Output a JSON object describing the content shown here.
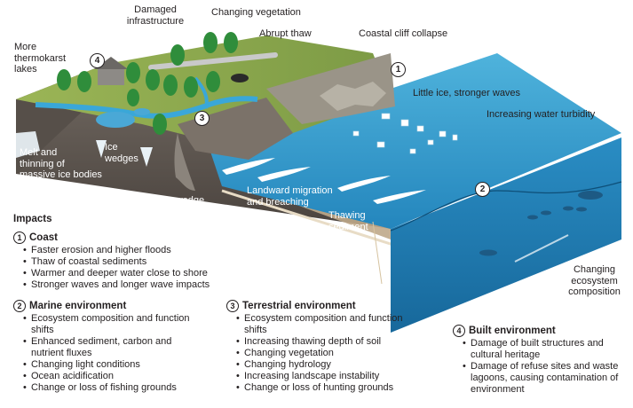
{
  "labels": {
    "damaged_infrastructure": "Damaged\ninfrastructure",
    "changing_vegetation": "Changing vegetation",
    "abrupt_thaw": "Abrupt thaw",
    "coastal_cliff_collapse": "Coastal cliff collapse",
    "more_thermokarst_lakes": "More\nthermokarst\nlakes",
    "little_ice_stronger_waves": "Little ice, stronger waves",
    "increasing_water_turbidity": "Increasing water turbidity",
    "melt_thinning": "Melt and\nthinning of\nmassive ice bodies",
    "ice_wedges": "Ice\nwedges",
    "ice_wedge_polygons": "Ice wedge\npolygons",
    "landward_migration": "Landward migration\nand breaching",
    "thawing_sediment": "Thawing\nsediment",
    "changing_ecosystem": "Changing\necosystem\ncomposition"
  },
  "markers": [
    "1",
    "2",
    "3",
    "4"
  ],
  "impacts": {
    "title": "Impacts",
    "coast": {
      "number": "1",
      "title": "Coast",
      "items": [
        "Faster erosion and higher floods",
        "Thaw of coastal sediments",
        "Warmer and deeper water close to shore",
        "Stronger waves and longer wave impacts"
      ]
    },
    "marine": {
      "number": "2",
      "title": "Marine environment",
      "items": [
        "Ecosystem composition and function shifts",
        "Enhanced sediment, carbon and nutrient fluxes",
        "Changing light conditions",
        "Ocean acidification",
        "Change or loss of fishing grounds"
      ]
    },
    "terrestrial": {
      "number": "3",
      "title": "Terrestrial environment",
      "items": [
        "Ecosystem composition and function shifts",
        "Increasing thawing depth of soil",
        "Changing vegetation",
        "Changing hydrology",
        "Increasing landscape instability",
        "Change or loss of hunting grounds"
      ]
    },
    "built": {
      "number": "4",
      "title": "Built environment",
      "items": [
        "Damage of built structures and cultural heritage",
        "Damage of refuse sites and waste lagoons, causing contamination of environment"
      ]
    }
  },
  "colors": {
    "ocean_top": "#3a9fcf",
    "ocean_deep": "#1d6f9e",
    "soil_dark": "#5a524c",
    "soil_face": "#6e665f",
    "tundra": "#8aa64a",
    "ice_white": "#ffffff",
    "tree": "#2e8b3a"
  }
}
